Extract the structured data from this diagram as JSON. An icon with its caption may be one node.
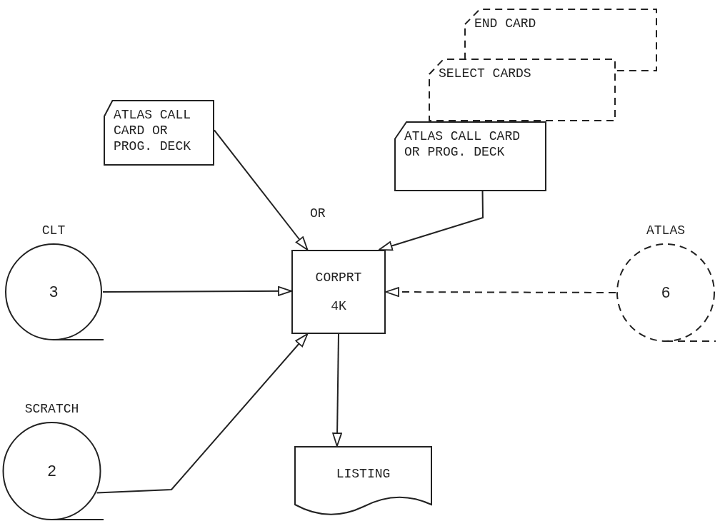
{
  "diagram": {
    "nodes": [
      {
        "text": [
          "ATLAS CALL CARD OR PROG. DECK"
        ]
      },
      {
        "text": [
          "END CARD"
        ]
      },
      {
        "text": [
          "SELECT CARDS"
        ]
      },
      {
        "text": [
          "ATLAS CALL CARD OR PROG. DECK"
        ]
      },
      {
        "text": [
          "CLT",
          "3"
        ]
      },
      {
        "text": [
          "CORPRT",
          "4K"
        ]
      },
      {
        "text": [
          "ATLAS",
          "6"
        ]
      },
      {
        "text": [
          "SCRATCH",
          "2"
        ]
      },
      {
        "text": [
          "LISTING"
        ]
      }
    ],
    "edges": [
      {
        "from": 0,
        "to": 5,
        "arrow": "to"
      },
      {
        "from": 3,
        "to": 5,
        "arrow": "to"
      },
      {
        "from": 4,
        "to": 5,
        "arrow": "to"
      },
      {
        "from": 6,
        "to": 5,
        "arrow": "to",
        "style": "dashed"
      },
      {
        "from": 7,
        "to": 5,
        "arrow": "to"
      },
      {
        "from": 5,
        "to": 8,
        "arrow": "to"
      }
    ],
    "labels": [
      "OR"
    ]
  }
}
